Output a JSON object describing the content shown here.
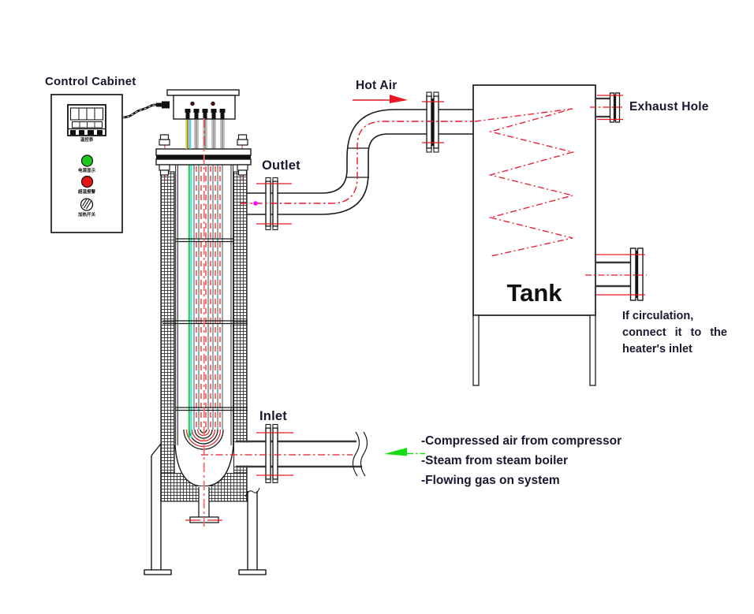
{
  "labels": {
    "control_cabinet": "Control Cabinet",
    "outlet": "Outlet",
    "inlet": "Inlet",
    "hot_air": "Hot Air",
    "tank": "Tank",
    "exhaust_hole": "Exhaust Hole"
  },
  "cabinet": {
    "controller_label": "温控表",
    "power_indicator_label": "电源显示",
    "alarm_indicator_label": "超温报警",
    "heater_switch_label": "加热开关",
    "power_indicator_color": "#1ec81e",
    "alarm_indicator_color": "#e31414"
  },
  "notes": {
    "circulation": {
      "lines": [
        "If circulation,",
        "connect it to the",
        "heater's inlet"
      ]
    },
    "inlet_sources": {
      "items": [
        "-Compressed air from compressor",
        "-Steam from steam boiler",
        "-Flowing gas on system"
      ]
    }
  },
  "colors": {
    "centerline_red": "#e81723",
    "flow_green": "#16dc16",
    "element_red": "#e32c2c",
    "center_axis_pink": "#f56a6a",
    "thermocouple_green": "#28c840",
    "thermocouple_cyan": "#37dde8",
    "wire_yellow": "#f2d500",
    "magenta_dot": "#ff00ff",
    "line_black": "#1b1b1b"
  }
}
